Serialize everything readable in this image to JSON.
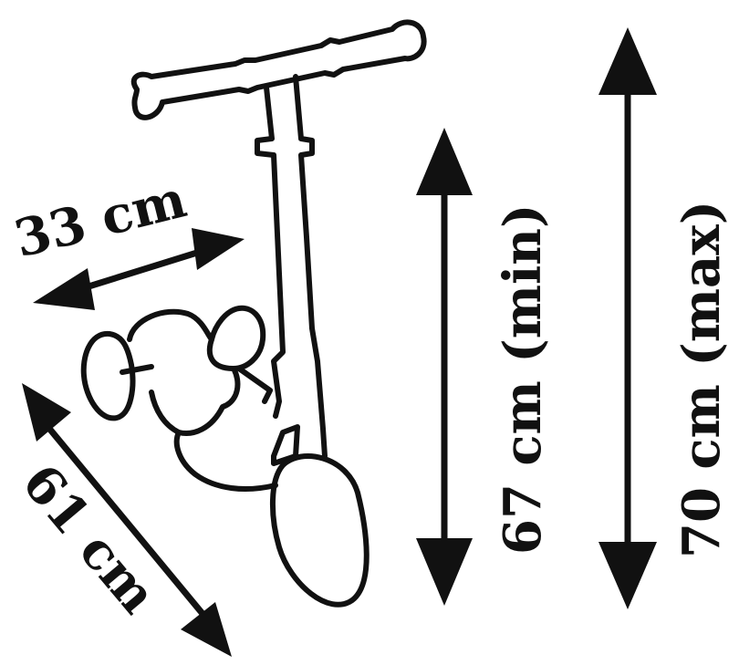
{
  "dimensions": {
    "deck_length": "33 cm",
    "scooter_length": "61 cm",
    "height_min": "67 cm (min)",
    "height_max": "70 cm (max)"
  },
  "colors": {
    "ink": "#111111",
    "background": "#ffffff"
  },
  "icons": [
    "kick-scooter-icon",
    "double-arrow-icon"
  ]
}
